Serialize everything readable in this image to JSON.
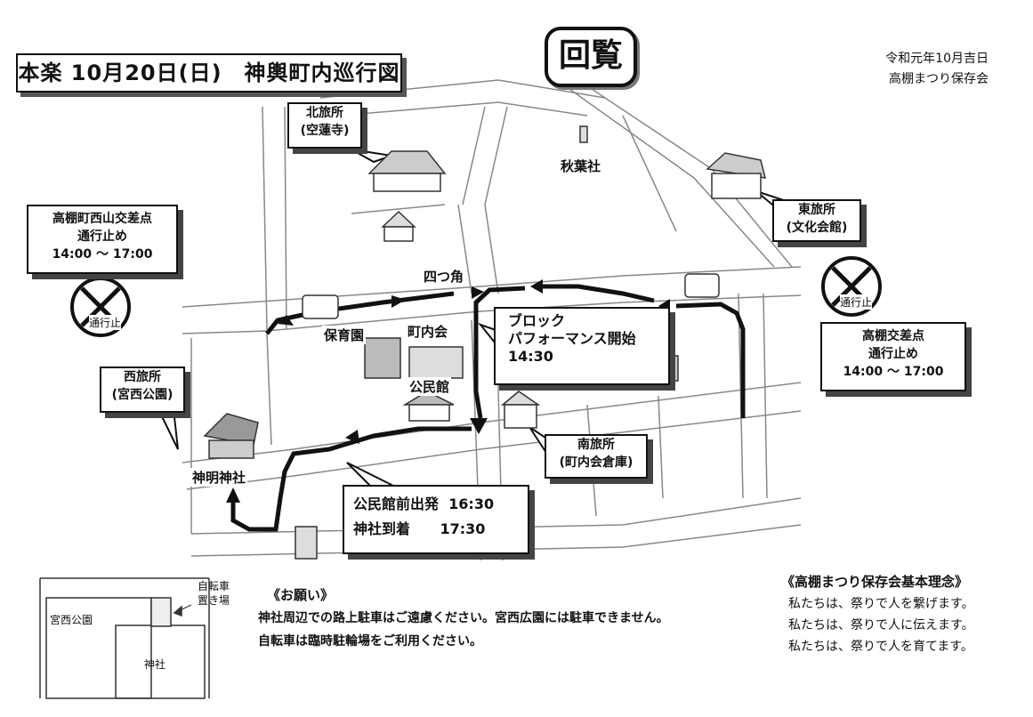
{
  "header": {
    "title": "本楽 10月20日(日)　神輿町内巡行図",
    "kairan": "回覧",
    "date": "令和元年10月吉日",
    "organization": "高棚まつり保存会"
  },
  "map": {
    "north_stop": {
      "name": "北旅所",
      "sub": "(空蓮寺)"
    },
    "east_stop": {
      "name": "東旅所",
      "sub": "(文化会館)"
    },
    "west_stop": {
      "name": "西旅所",
      "sub": "(宮西公園)"
    },
    "south_stop": {
      "name": "南旅所",
      "sub": "(町内会倉庫)"
    },
    "closure_west": {
      "line1": "高棚町西山交差点",
      "line2": "通行止め",
      "time": "14:00 ～ 17:00"
    },
    "closure_east": {
      "line1": "高棚交差点",
      "line2": "通行止め",
      "time": "14:00 ～ 17:00"
    },
    "no_entry_sign": "通行止",
    "performance": {
      "line1": "ブロック",
      "line2": "パフォーマンス開始",
      "time": "14:30"
    },
    "schedule": {
      "depart_label": "公民館前出発",
      "depart_time": "16:30",
      "arrive_label": "神社到着",
      "arrive_time": "17:30"
    },
    "labels": {
      "akiba": "秋葉社",
      "yotsukado": "四つ角",
      "hoikuen": "保育園",
      "chonaikai": "町内会",
      "kominkan": "公民館",
      "shinmei": "神明神社"
    }
  },
  "inset": {
    "park": "宮西公園",
    "shrine": "神社",
    "bike_parking_1": "自転車",
    "bike_parking_2": "置き場"
  },
  "notice": {
    "title": "《お願い》",
    "line1": "神社周辺での路上駐車はご遠慮ください。宮西広園には駐車できません。",
    "line2": "自転車は臨時駐輪場をご利用ください。"
  },
  "philosophy": {
    "title": "《高棚まつり保存会基本理念》",
    "items": [
      "私たちは、祭りで人を繋げます。",
      "私たちは、祭りで人に伝えます。",
      "私たちは、祭りで人を育てます。"
    ]
  }
}
